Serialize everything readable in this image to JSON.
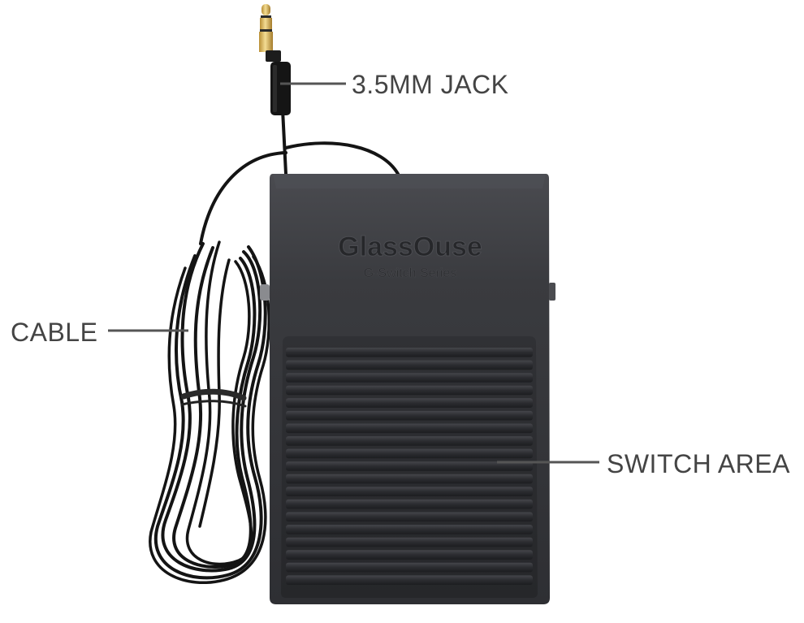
{
  "product": {
    "brand_logo_text": "GlassOuse",
    "series_text": "G-Switch Series"
  },
  "callouts": {
    "jack": "3.5MM JACK",
    "cable": "CABLE",
    "switch_area": "SWITCH AREA"
  },
  "colors": {
    "housing": "#36373b",
    "pedal": "#2a2b2e",
    "cable": "#141414",
    "connector_gold": "#d9b45a",
    "callout_text": "#444444",
    "leader_line": "#555555"
  }
}
